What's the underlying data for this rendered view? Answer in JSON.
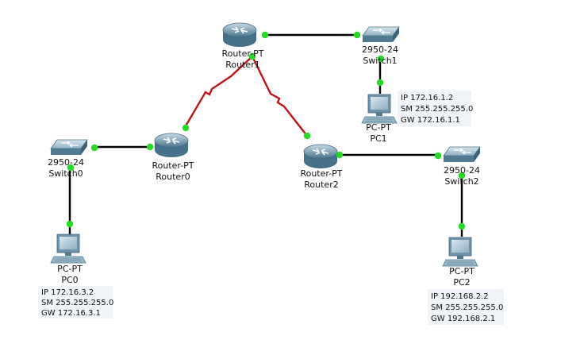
{
  "colors": {
    "ethernet_link": "#000000",
    "serial_link": "#c0141b",
    "port_up": "#22dd22",
    "router_body": "#5f8aa2",
    "switch_body": "#5f8aa2",
    "pc_body": "#7a9cb0",
    "note_background": "#f0f3f8"
  },
  "devices": {
    "router1": {
      "model": "Router-PT",
      "name": "Router1",
      "icon": "router-icon"
    },
    "router0": {
      "model": "Router-PT",
      "name": "Router0",
      "icon": "router-icon"
    },
    "router2": {
      "model": "Router-PT",
      "name": "Router2",
      "icon": "router-icon"
    },
    "switch1": {
      "model": "2950-24",
      "name": "Switch1",
      "icon": "switch-icon"
    },
    "switch0": {
      "model": "2950-24",
      "name": "Switch0",
      "icon": "switch-icon"
    },
    "switch2": {
      "model": "2950-24",
      "name": "Switch2",
      "icon": "switch-icon"
    },
    "pc1": {
      "model": "PC-PT",
      "name": "PC1",
      "icon": "pc-icon",
      "ip": "IP 172.16.1.2",
      "sm": "SM 255.255.255.0",
      "gw": "GW 172.16.1.1"
    },
    "pc0": {
      "model": "PC-PT",
      "name": "PC0",
      "icon": "pc-icon",
      "ip": "IP 172.16.3.2",
      "sm": "SM 255.255.255.0",
      "gw": "GW 172.16.3.1"
    },
    "pc2": {
      "model": "PC-PT",
      "name": "PC2",
      "icon": "pc-icon",
      "ip": "IP 192.168.2.2",
      "sm": "SM 255.255.255.0",
      "gw": "GW 192.168.2.1"
    }
  },
  "links": [
    {
      "from": "router1",
      "to": "switch1",
      "type": "ethernet"
    },
    {
      "from": "switch1",
      "to": "pc1",
      "type": "ethernet"
    },
    {
      "from": "router1",
      "to": "router0",
      "type": "serial"
    },
    {
      "from": "router1",
      "to": "router2",
      "type": "serial"
    },
    {
      "from": "switch0",
      "to": "router0",
      "type": "ethernet"
    },
    {
      "from": "switch0",
      "to": "pc0",
      "type": "ethernet"
    },
    {
      "from": "router2",
      "to": "switch2",
      "type": "ethernet"
    },
    {
      "from": "switch2",
      "to": "pc2",
      "type": "ethernet"
    }
  ]
}
